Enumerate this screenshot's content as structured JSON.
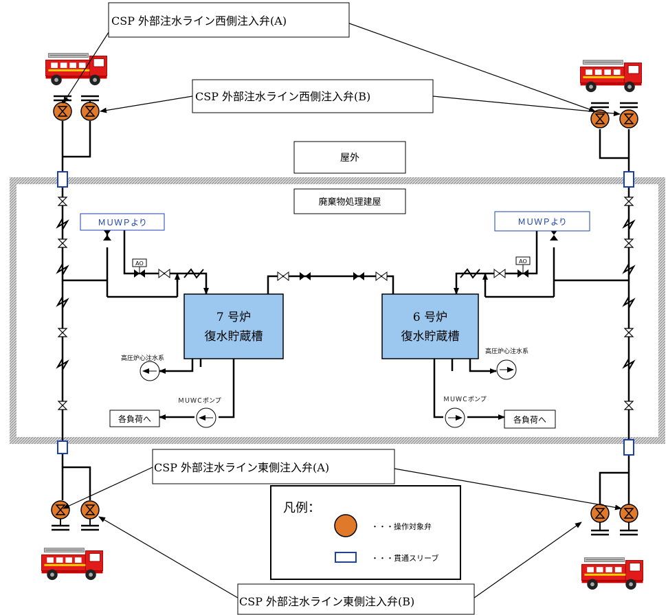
{
  "callouts": {
    "west_a": "CSP 外部注水ライン西側注入弁(A)",
    "west_b": "CSP 外部注水ライン西側注入弁(B)",
    "east_a": "CSP 外部注水ライン東側注入弁(A)",
    "east_b": "CSP 外部注水ライン東側注入弁(B)"
  },
  "areas": {
    "outdoor": "屋外",
    "building": "廃棄物処理建屋"
  },
  "tanks": {
    "unit7_line1": "7 号炉",
    "unit7_line2": "復水貯蔵槽",
    "unit6_line1": "6 号炉",
    "unit6_line2": "復水貯蔵槽"
  },
  "sources": {
    "muwp_left": "ＭＵＷＰより",
    "muwp_right": "ＭＵＷＰより",
    "ao_left": "AO",
    "ao_right": "AO"
  },
  "systems": {
    "hpcf_left": "高圧炉心注水系",
    "hpcf_right": "高圧炉心注水系",
    "muwc_left": "ＭＵＷＣポンプ",
    "muwc_right": "ＭＵＷＣポンプ",
    "loads_left": "各負荷へ",
    "loads_right": "各負荷へ"
  },
  "legend": {
    "title": "凡例：",
    "valve_label": "・・・操作対象弁",
    "sleeve_label": "・・・貫通スリーブ"
  },
  "colors": {
    "valve_fill": "#e07a2a",
    "tank_fill": "#9cc8f0",
    "sleeve_stroke": "#1a3fb0",
    "muwp_text": "#1a3fb0",
    "truck_red": "#e11a1a"
  }
}
